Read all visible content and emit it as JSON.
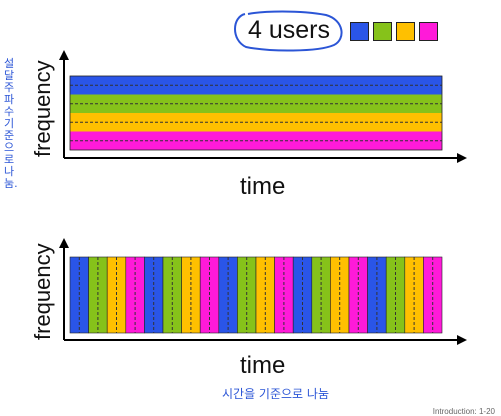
{
  "legend": {
    "title": "4 users",
    "colors": [
      "#2a55e8",
      "#86c21a",
      "#ffc000",
      "#ff1ad9"
    ]
  },
  "fdm_panel": {
    "ylabel": "frequency",
    "xlabel": "time",
    "note_text": "설 달 주파수 기준으로 나눔."
  },
  "tdm_panel": {
    "ylabel": "frequency",
    "xlabel": "time",
    "note_text": "시간을 기준으로 나눔",
    "slot_pattern": [
      "blue",
      "green",
      "yellow",
      "magenta"
    ],
    "slot_count": 20
  },
  "footer": "Introduction: 1-20"
}
